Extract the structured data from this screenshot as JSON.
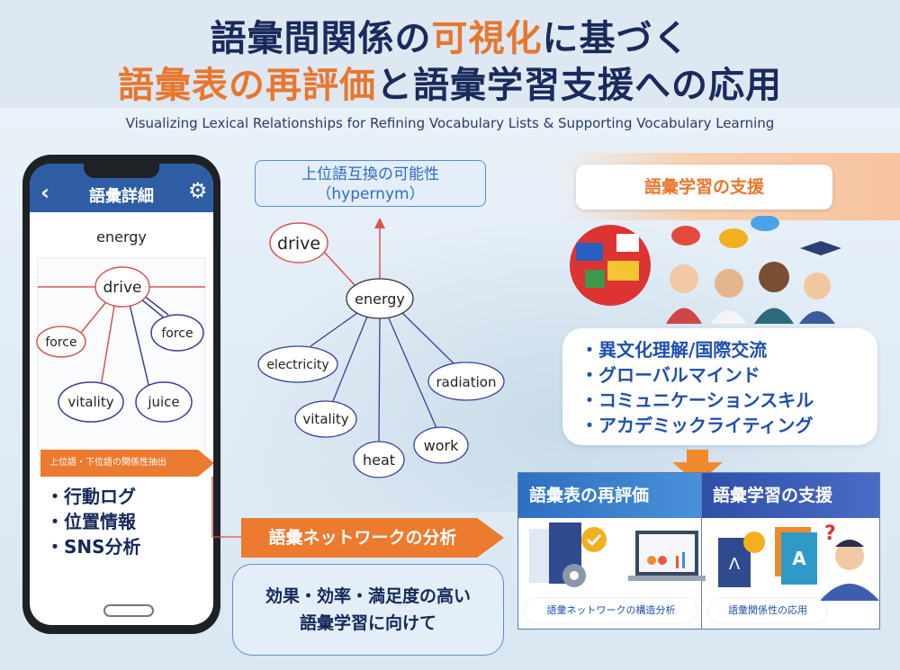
{
  "title": {
    "line1_a": "語彙間関係の",
    "line1_b": "可視化",
    "line1_c": "に基づく",
    "line2_a": "語彙表の再評価",
    "line2_b": "と語彙学習支援への応用"
  },
  "subtitle": "Visualizing Lexical Relationships for Refining Vocabulary Lists & Supporting Vocabulary Learning",
  "phone": {
    "title": "語彙詳細",
    "back_icon": "chevron-left",
    "settings_icon": "gear",
    "word": "energy",
    "graph": {
      "center": "drive",
      "nodes": [
        "force",
        "force",
        "vitality",
        "juice"
      ]
    },
    "extract_label": "上位語・下位語の関係性抽出",
    "list": [
      "・行動ログ",
      "・位置情報",
      "・SNS分析"
    ]
  },
  "hypernym": {
    "line1": "上位語互換の可能性",
    "line2": "（hypernym）"
  },
  "network": {
    "center": "energy",
    "hypernym": "drive",
    "nodes": [
      "electricity",
      "vitality",
      "heat",
      "work",
      "radiation"
    ]
  },
  "analysis_label": "語彙ネットワークの分析",
  "goal": {
    "line1": "効果・効率・満足度の高い",
    "line2": "語彙学習に向けて"
  },
  "support": {
    "title": "語彙学習の支援",
    "items": [
      "・異文化理解/国際交流",
      "・グローバルマインド",
      "・コミュニケーションスキル",
      "・アカデミックライティング"
    ]
  },
  "panel": {
    "left": {
      "title": "語彙表の再評価",
      "caption": "語彙ネットワークの構造分析"
    },
    "right": {
      "title": "語彙学習の支援",
      "caption": "語彙関係性の応用"
    }
  },
  "colors": {
    "navy": "#1b2a5c",
    "orange": "#e8772e",
    "blue": "#2f6bc2",
    "red": "#d9534f",
    "edge_blue": "#3a3f9a"
  }
}
